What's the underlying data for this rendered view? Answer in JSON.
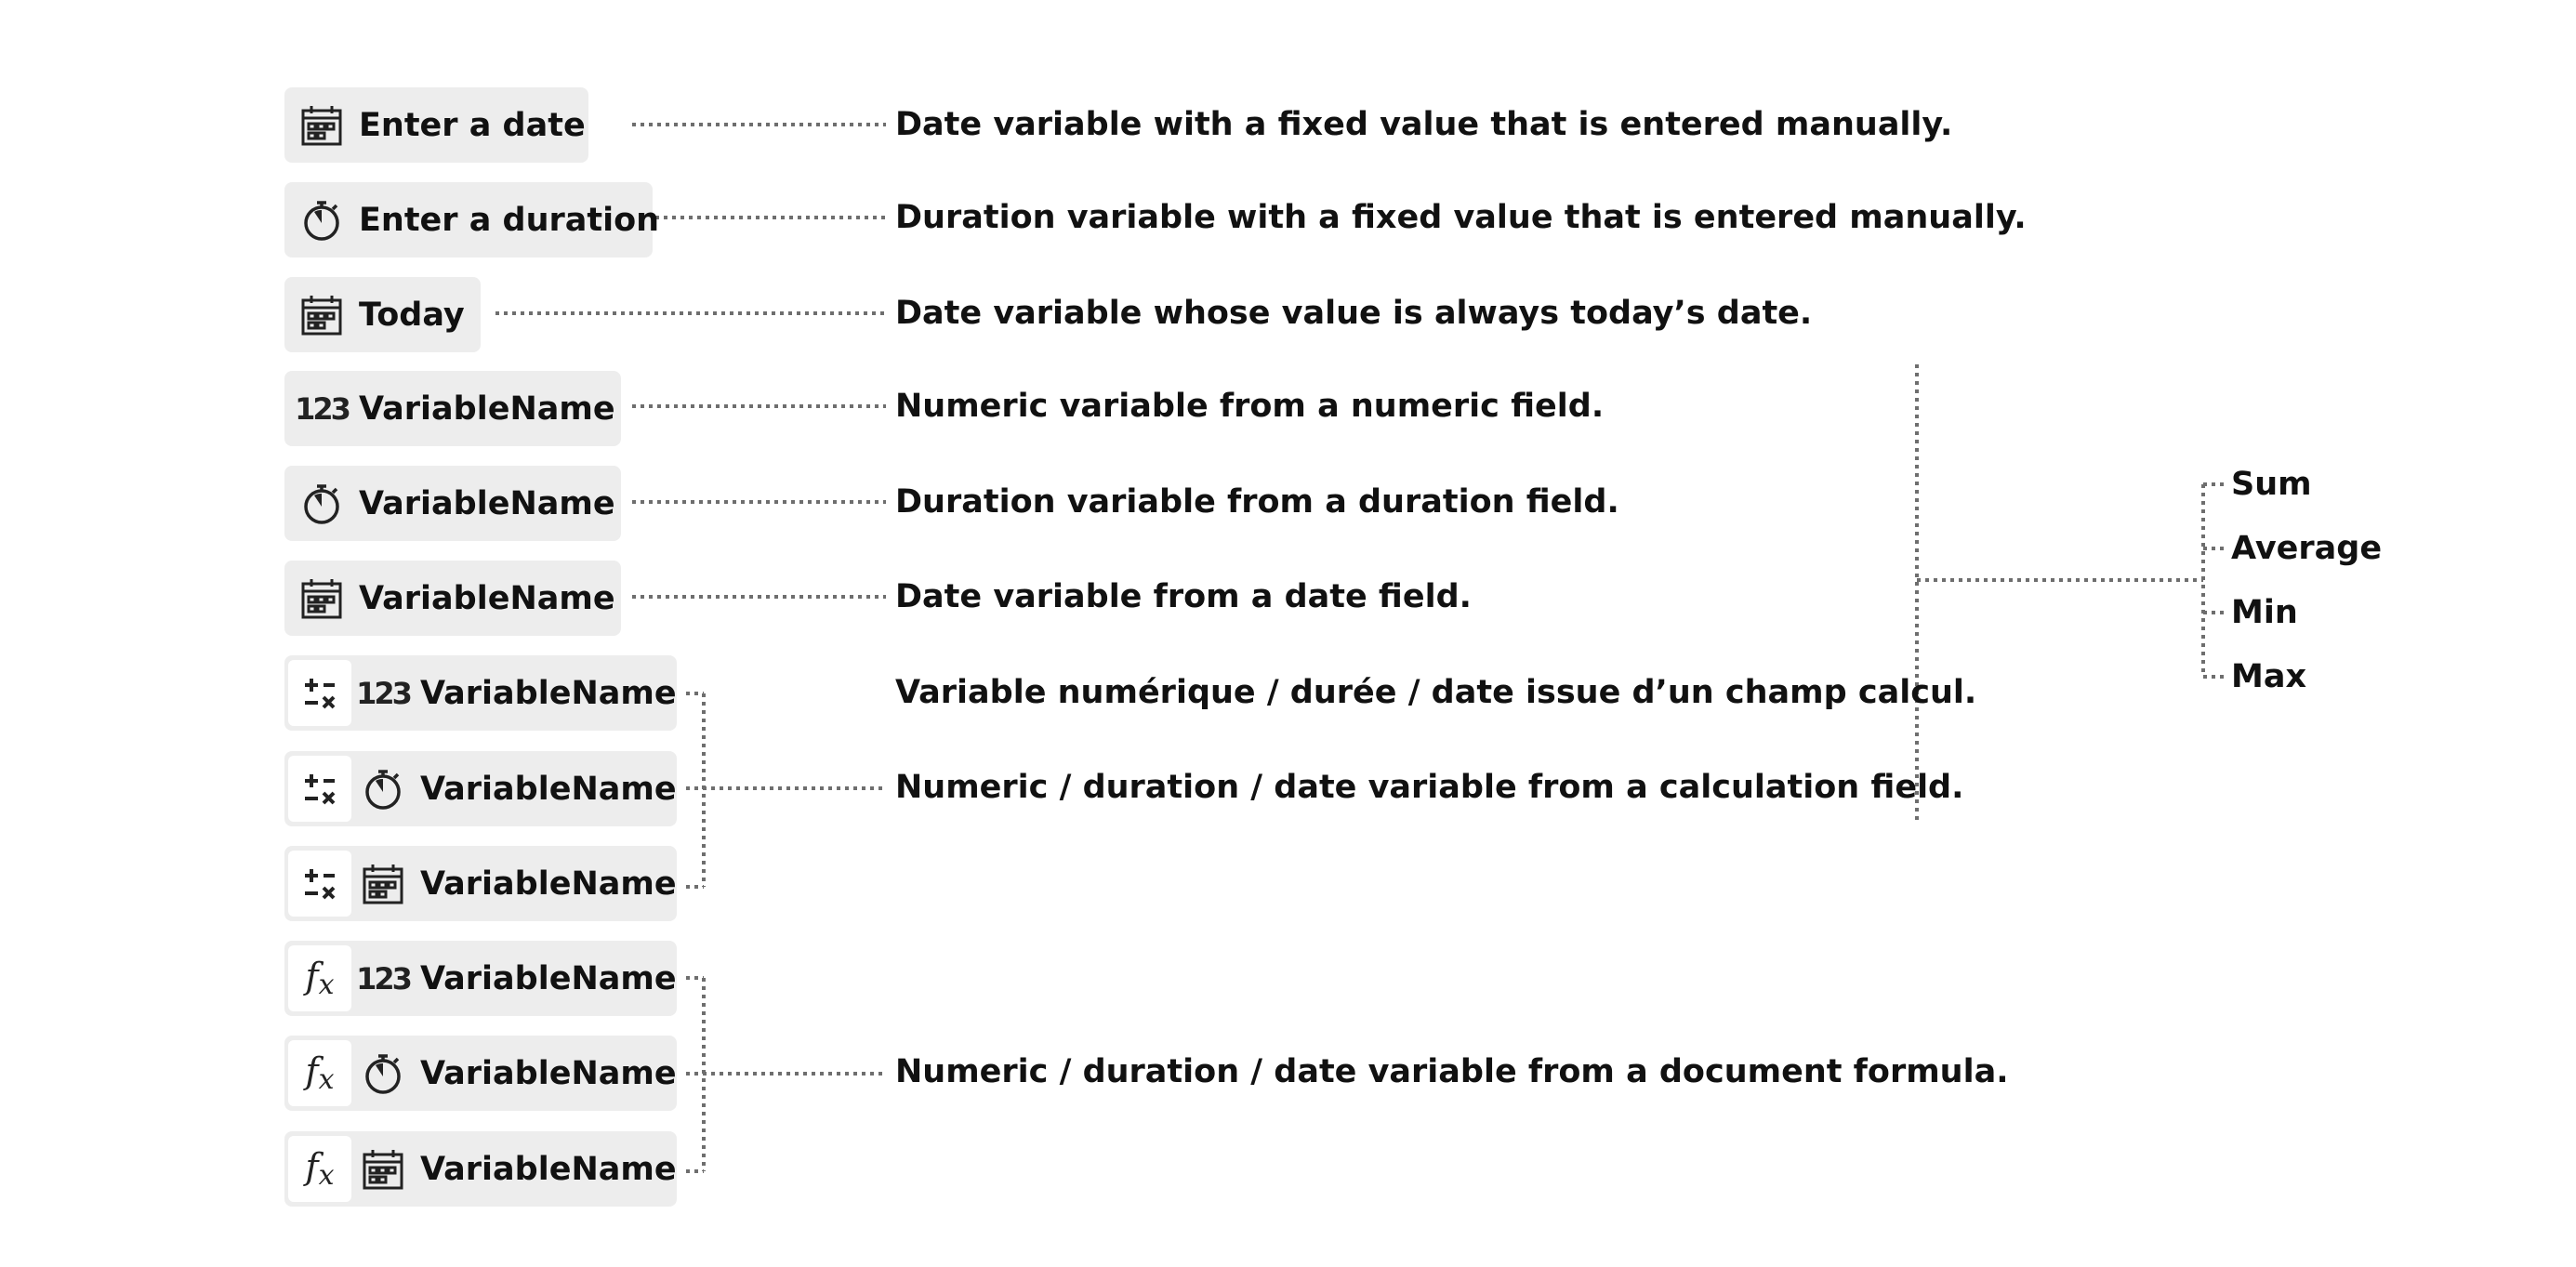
{
  "rows": [
    {
      "name": "Enter a date",
      "icon": "calendar-icon",
      "desc": "Date variable with a fixed value that is entered manually."
    },
    {
      "name": "Enter a duration",
      "icon": "stopwatch-icon",
      "desc": "Duration variable with a fixed value that is entered manually."
    },
    {
      "name": "Today",
      "icon": "calendar-icon",
      "desc": "Date variable whose value is always today’s date."
    },
    {
      "name": "VariableName",
      "icon": "numeric-123-icon",
      "desc": "Numeric variable from a numeric field."
    },
    {
      "name": "VariableName",
      "icon": "stopwatch-icon",
      "desc": "Duration variable from a duration field."
    },
    {
      "name": "VariableName",
      "icon": "calendar-icon",
      "desc": "Date variable from a date field."
    },
    {
      "name": "VariableName",
      "prefix_icon": "calculation-icon",
      "icon": "numeric-123-icon"
    },
    {
      "name": "VariableName",
      "prefix_icon": "calculation-icon",
      "icon": "stopwatch-icon"
    },
    {
      "name": "VariableName",
      "prefix_icon": "calculation-icon",
      "icon": "calendar-icon"
    },
    {
      "name": "VariableName",
      "prefix_icon": "formula-fx-icon",
      "icon": "numeric-123-icon"
    },
    {
      "name": "VariableName",
      "prefix_icon": "formula-fx-icon",
      "icon": "stopwatch-icon"
    },
    {
      "name": "VariableName",
      "prefix_icon": "formula-fx-icon",
      "icon": "calendar-icon"
    }
  ],
  "group_descriptions": {
    "calc_fr": "Variable numérique / durée / date issue d’un champ calcul.",
    "calc_en": "Numeric / duration / date variable from a calculation field.",
    "formula": "Numeric / duration / date variable from a document formula."
  },
  "aggregations": [
    "Sum",
    "Average",
    "Min",
    "Max"
  ],
  "colors": {
    "chip_bg": "#ededed",
    "connector": "#6e6e6e",
    "text": "#111111"
  }
}
